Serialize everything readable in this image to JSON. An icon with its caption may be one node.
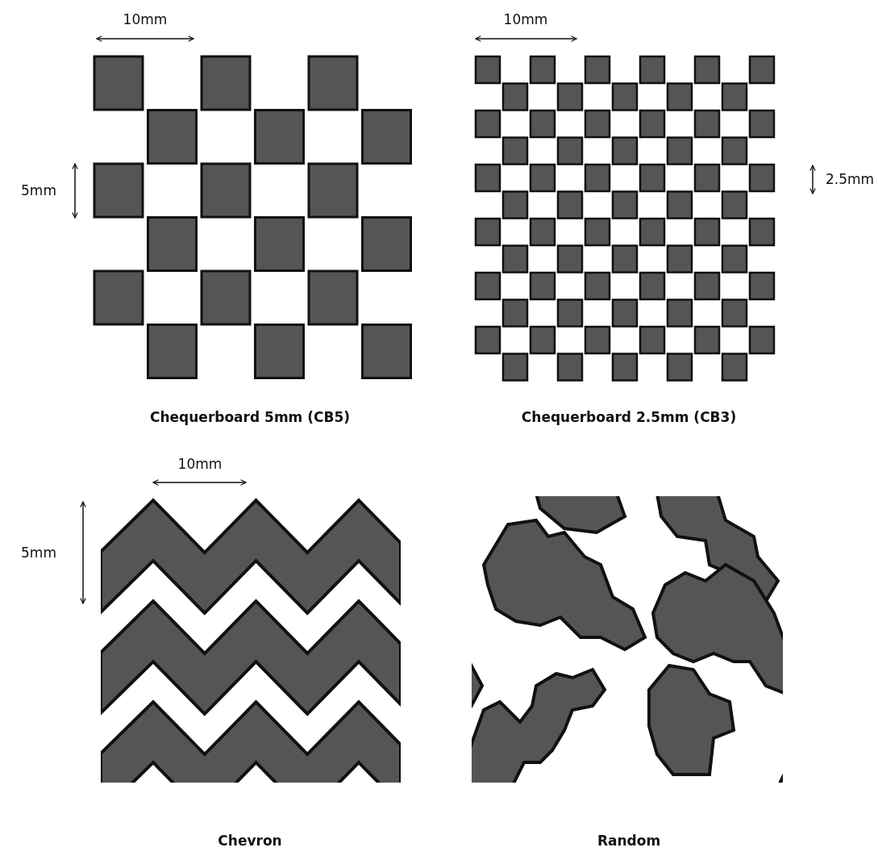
{
  "diagram": {
    "labels": [
      "10mm",
      "10mm",
      "5mm",
      "2.5mm",
      "Chequerboard 5mm (CB5)",
      "Chequerboard 2.5mm (CB3)",
      "10mm",
      "5mm",
      "Chevron",
      "Random"
    ]
  }
}
